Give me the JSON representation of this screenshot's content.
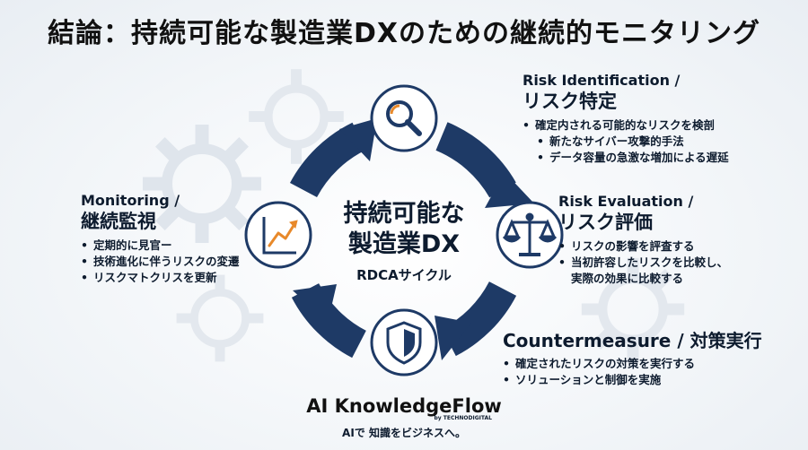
{
  "title": "結論：持続可能な製造業DXのための継続的モニタリング",
  "center": {
    "line1": "持続可能な",
    "line2": "製造業DX",
    "line3": "RDCAサイクル"
  },
  "risk_identification": {
    "en": "Risk Identification /",
    "ja": "リスク特定",
    "items": [
      "確定内される可能的なリスクを検剖",
      "新たなサイバー攻撃的手法",
      "データ容量の急激な増加による遅延"
    ]
  },
  "risk_evaluation": {
    "en": "Risk Evaluation /",
    "ja": "リスク評価",
    "items": [
      "リスクの影響を評査する",
      "当初許容したリスクを比較し、",
      "実際の効果に比較する"
    ]
  },
  "countermeasure": {
    "title": "Countermeasure / 対策実行",
    "items": [
      "確定されたリスクの対策を実行する",
      "ソリューションと制御を実施"
    ]
  },
  "monitoring": {
    "en": "Monitoring /",
    "ja": "継続監視",
    "items": [
      "定期的に見官ー",
      "技術進化に伴うリスクの変遷",
      "リスクマトクリスを更新"
    ]
  },
  "brand": {
    "name": "AI KnowledgeFlow",
    "by": "by TECHNODIGITAL",
    "tagline": "AIで 知識をビジネスへ。"
  },
  "colors": {
    "ring": "#1e3a66",
    "accent": "#e8892a",
    "icon_circle": "#ffffff"
  },
  "icons": {
    "top": "magnifier-icon",
    "right": "scale-balance-icon",
    "bottom": "shield-icon",
    "left": "trend-chart-icon"
  }
}
